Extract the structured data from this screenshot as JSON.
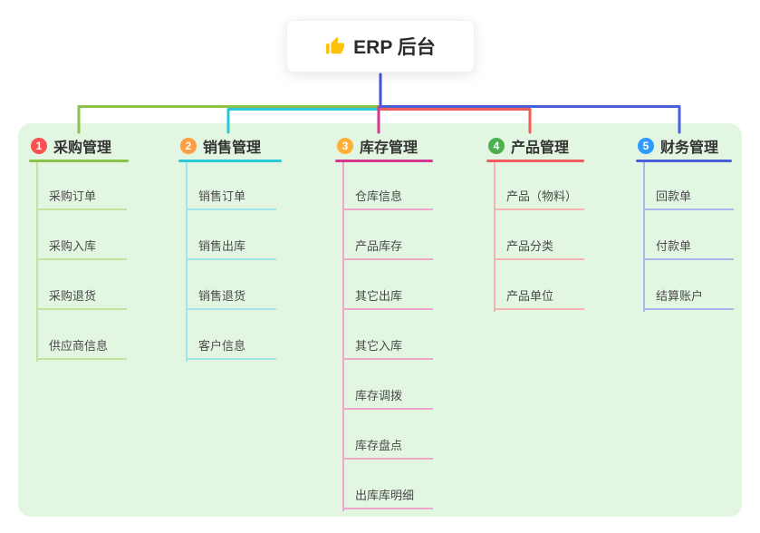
{
  "root": {
    "label": "ERP 后台",
    "icon": "thumbs-up-icon",
    "icon_color": "#ffc107",
    "connector_color": "#4355d4"
  },
  "branches": [
    {
      "number": "1",
      "label": "采购管理",
      "badge_color": "#fb5151",
      "line_color": "#8bc34a",
      "child_line_color": "#c6e29e",
      "children": [
        "采购订单",
        "采购入库",
        "采购退货",
        "供应商信息"
      ]
    },
    {
      "number": "2",
      "label": "销售管理",
      "badge_color": "#ff9d42",
      "line_color": "#2bc8d9",
      "child_line_color": "#a2e5ee",
      "children": [
        "销售订单",
        "销售出库",
        "销售退货",
        "客户信息"
      ]
    },
    {
      "number": "3",
      "label": "库存管理",
      "badge_color": "#ffb038",
      "line_color": "#d6368f",
      "child_line_color": "#f0a7cc",
      "children": [
        "仓库信息",
        "产品库存",
        "其它出库",
        "其它入库",
        "库存调拨",
        "库存盘点",
        "出库库明细"
      ]
    },
    {
      "number": "4",
      "label": "产品管理",
      "badge_color": "#4caf50",
      "line_color": "#f05b5b",
      "child_line_color": "#f5b3b3",
      "children": [
        "产品（物料）",
        "产品分类",
        "产品单位"
      ]
    },
    {
      "number": "5",
      "label": "财务管理",
      "badge_color": "#2f9bff",
      "line_color": "#4a5fd5",
      "child_line_color": "#abb7ec",
      "children": [
        "回款单",
        "付款单",
        "结算账户"
      ]
    }
  ]
}
